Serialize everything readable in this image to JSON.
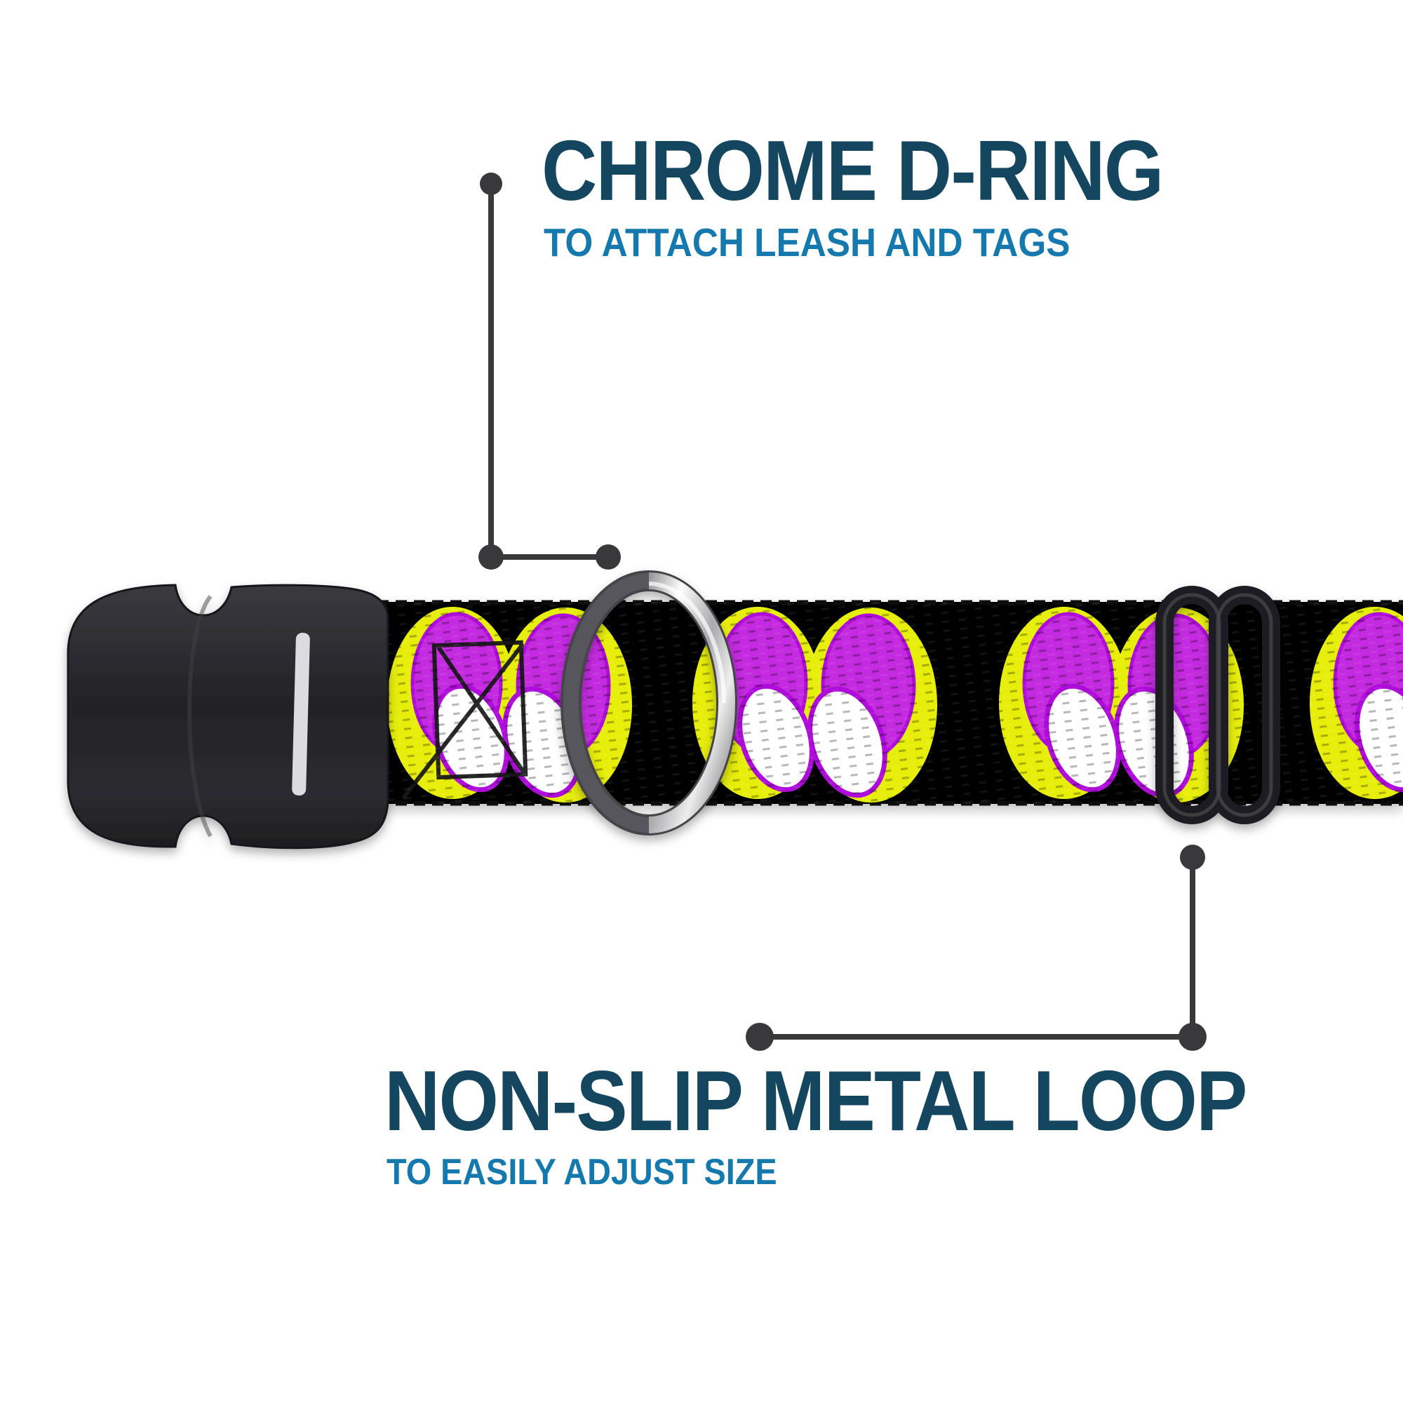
{
  "page": {
    "background": "#ffffff"
  },
  "colors": {
    "background": "#ffffff",
    "headline": "#15465f",
    "subheadline": "#1579ad",
    "callout": "#39393b",
    "strap": "#060606",
    "patternYellow": "#e7ee0a",
    "patternPurple": "#c42ae0",
    "patternPurpleOutline": "#ae0cd8",
    "patternWhite": "#ffffff",
    "plasticDark": "#2a2a2d",
    "chrome": "#d6d6d6"
  },
  "callouts": {
    "dring": {
      "title": "CHROME D-RING",
      "subtitle": "TO ATTACH LEASH AND TAGS"
    },
    "loop": {
      "title": "NON-SLIP METAL LOOP",
      "subtitle": "TO EASILY ADJUST SIZE"
    }
  },
  "illustration": {
    "parts": [
      "side-release-buckle",
      "patterned-collar-strap",
      "chrome-d-ring",
      "metal-slide-loop",
      "cartoon-eyes-pattern"
    ]
  }
}
